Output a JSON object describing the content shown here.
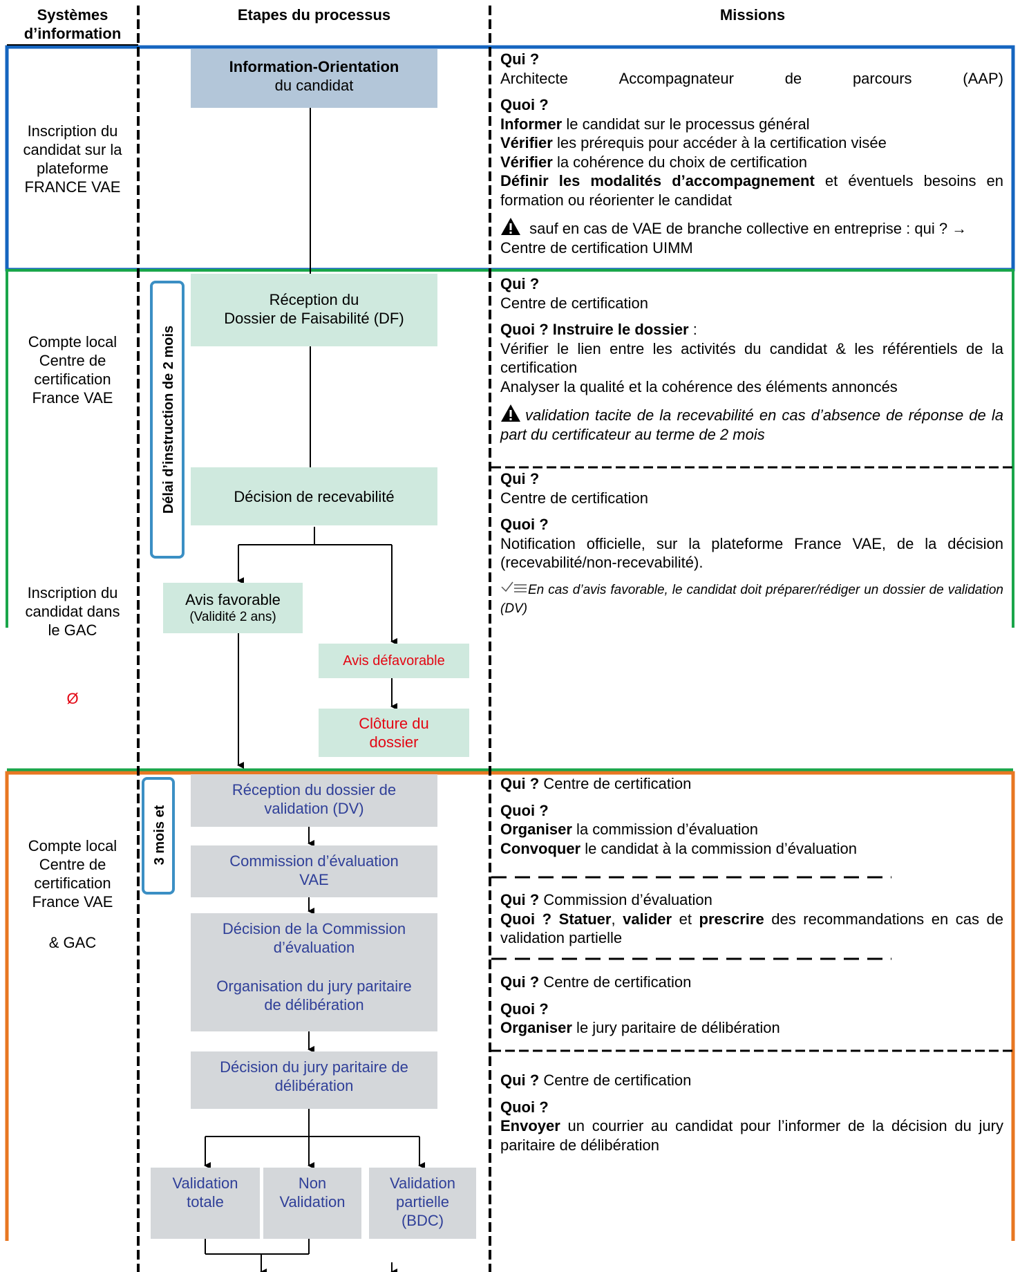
{
  "headers": {
    "systems": "Systèmes\nd’information",
    "steps": "Etapes du processus",
    "missions": "Missions"
  },
  "systems": {
    "s1": "Inscription du\ncandidat sur la\nplateforme\nFRANCE VAE",
    "s2": "Compte local\nCentre de\ncertification\nFrance VAE",
    "s3": "Inscription du\ncandidat dans\nle GAC",
    "s3_symbol": "Ø",
    "s4": "Compte local\nCentre de\ncertification\nFrance VAE",
    "s4_suffix": "& GAC"
  },
  "vertical_labels": {
    "delay1": "Délai d’instruction de 2 mois",
    "delay2": "3 mois et"
  },
  "steps": {
    "info_title": "Information-Orientation",
    "info_sub": "du candidat",
    "reception_df": "Réception du\nDossier de Faisabilité (DF)",
    "decision_rec": "Décision de recevabilité",
    "avis_fav": "Avis favorable",
    "avis_fav_sub": "(Validité 2 ans)",
    "avis_defav": "Avis défavorable",
    "cloture": "Clôture du\ndossier",
    "reception_dv": "Réception du dossier de\nvalidation (DV)",
    "commission": "Commission d’évaluation\nVAE",
    "decision_commission": "Décision de la Commission\nd’évaluation",
    "organisation_jury": "Organisation du jury paritaire\nde délibération",
    "decision_jury": "Décision du jury paritaire de\ndélibération",
    "val_totale": "Validation\ntotale",
    "non_val": "Non\nValidation",
    "val_partielle": "Validation\npartielle\n(BDC)"
  },
  "missions": {
    "m1": {
      "qui": "Qui ?",
      "qui_words": [
        "Architecte",
        "Accompagnateur",
        "de",
        "parcours",
        "(AAP)"
      ],
      "quoi": "Quoi ?",
      "l1_b": "Informer",
      "l1": " le candidat sur le processus général",
      "l2_b": "Vérifier",
      "l2": " les prérequis pour accéder à la certification visée",
      "l3_b": "Vérifier",
      "l3": " la cohérence du choix de certification",
      "l4_b": "Définir les modalités d’accompagnement",
      "l4": " et éventuels besoins en formation ou réorienter le candidat",
      "warn": " sauf en cas de VAE de branche collective en entreprise : qui ? →\nCentre de certification UIMM"
    },
    "m2": {
      "qui": "Qui ?",
      "who": "Centre de certification",
      "quoi": "Quoi ? Instruire le dossier",
      "quoi_rest": " :",
      "l1": "Vérifier le lien entre les activités du candidat & les référentiels de la certification",
      "l2": "Analyser la qualité et la cohérence des éléments annoncés",
      "warn": "validation tacite de la recevabilité en cas d’absence de réponse de la part du certificateur au terme de 2 mois"
    },
    "m3": {
      "qui": "Qui ?",
      "who": "Centre de certification",
      "quoi": "Quoi ?",
      "l1": "Notification officielle, sur la plateforme France VAE, de la décision (recevabilité/non-recevabilité).",
      "note": "En cas d’avis favorable, le candidat doit préparer/rédiger un dossier de validation (DV)"
    },
    "m4": {
      "qui": "Qui ?",
      "who": " Centre de certification",
      "quoi": "Quoi ?",
      "l1_b": "Organiser",
      "l1": " la commission d’évaluation",
      "l2_b": "Convoquer",
      "l2": " le candidat à la commission d’évaluation"
    },
    "m5": {
      "qui": "Qui ?",
      "who": " Commission d’évaluation",
      "quoi": "Quoi ? ",
      "a_b": "Statuer",
      "a": ", ",
      "b_b": "valider",
      "b": " et ",
      "c_b": "prescrire",
      "c": " des recommandations en cas de validation partielle"
    },
    "m6": {
      "qui": "Qui ?",
      "who": " Centre de certification",
      "quoi": "Quoi ?",
      "l1_b": "Organiser",
      "l1": " le jury paritaire de délibération"
    },
    "m7": {
      "qui": "Qui ?",
      "who": " Centre de certification",
      "quoi": "Quoi ?",
      "l1_b": "Envoyer",
      "l1": " un courrier au candidat pour l’informer de la décision du jury paritaire de délibération"
    }
  },
  "colors": {
    "section_blue": "#1565c0",
    "section_green": "#1aa64a",
    "section_orange": "#e87722",
    "box_blue": "#b3c6d9",
    "box_green": "#cfe9de",
    "box_grey": "#d4d7da",
    "grey_text": "#2f3f98",
    "red_text": "#e30613",
    "label_border": "#3b8fc4"
  }
}
